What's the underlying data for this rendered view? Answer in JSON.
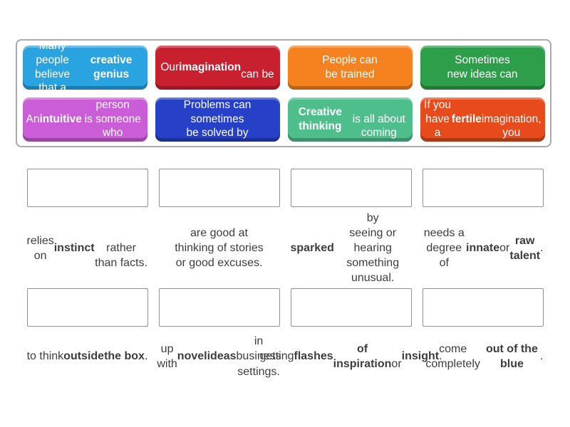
{
  "colors": {
    "panel_border": "#aaaaaa",
    "slot_border": "#929292",
    "answer_text": "#3d3d3d",
    "tile_text": "#ffffff"
  },
  "board": {
    "tiles": [
      {
        "color": "#2aa3e1",
        "segments": [
          {
            "t": "Many people\nbelieve that a\n"
          },
          {
            "t": "creative genius",
            "b": true
          }
        ]
      },
      {
        "color": "#c9202f",
        "segments": [
          {
            "t": "Our "
          },
          {
            "t": "imagination",
            "b": true
          },
          {
            "t": "\ncan be"
          }
        ]
      },
      {
        "color": "#f6821f",
        "segments": [
          {
            "t": "People can\nbe trained"
          }
        ]
      },
      {
        "color": "#2d9e4a",
        "segments": [
          {
            "t": "Sometimes\nnew ideas can"
          }
        ]
      },
      {
        "color": "#cb5ed8",
        "segments": [
          {
            "t": "An "
          },
          {
            "t": "intuitive",
            "b": true
          },
          {
            "t": " person\nis someone who"
          }
        ]
      },
      {
        "color": "#2640c8",
        "segments": [
          {
            "t": "Problems can\nsometimes\nbe solved by"
          }
        ]
      },
      {
        "color": "#4fbe8d",
        "segments": [
          {
            "t": "Creative thinking",
            "b": true
          },
          {
            "t": "\nis all about coming"
          }
        ]
      },
      {
        "color": "#e74a1b",
        "segments": [
          {
            "t": "If you have a "
          },
          {
            "t": "fertile",
            "b": true
          },
          {
            "t": "\nimagination, you"
          }
        ]
      }
    ]
  },
  "answers": [
    {
      "segments": [
        {
          "t": "relies on "
        },
        {
          "t": "instinct",
          "b": true
        },
        {
          "t": "\nrather than facts."
        }
      ]
    },
    {
      "segments": [
        {
          "t": "are good at\nthinking of stories\nor good excuses."
        }
      ]
    },
    {
      "segments": [
        {
          "t": "sparked",
          "b": true
        },
        {
          "t": " by\nseeing or hearing\nsomething unusual."
        }
      ]
    },
    {
      "segments": [
        {
          "t": "needs a degree\nof "
        },
        {
          "t": "innate",
          "b": true
        },
        {
          "t": " or\n"
        },
        {
          "t": "raw talent",
          "b": true
        },
        {
          "t": "."
        }
      ]
    },
    {
      "segments": [
        {
          "t": "to think "
        },
        {
          "t": "outside",
          "b": true
        },
        {
          "t": "\n"
        },
        {
          "t": "the box",
          "b": true
        },
        {
          "t": "."
        }
      ]
    },
    {
      "segments": [
        {
          "t": "up with "
        },
        {
          "t": "novel",
          "b": true
        },
        {
          "t": "\n"
        },
        {
          "t": "ideas",
          "b": true
        },
        {
          "t": " in business\nsettings."
        }
      ]
    },
    {
      "segments": [
        {
          "t": "getting "
        },
        {
          "t": "flashes",
          "b": true
        },
        {
          "t": "\n"
        },
        {
          "t": "of inspiration",
          "b": true
        },
        {
          "t": "\nor "
        },
        {
          "t": "insight",
          "b": true
        },
        {
          "t": "."
        }
      ]
    },
    {
      "segments": [
        {
          "t": "come completely\n"
        },
        {
          "t": "out of the blue",
          "b": true
        },
        {
          "t": "."
        }
      ]
    }
  ]
}
